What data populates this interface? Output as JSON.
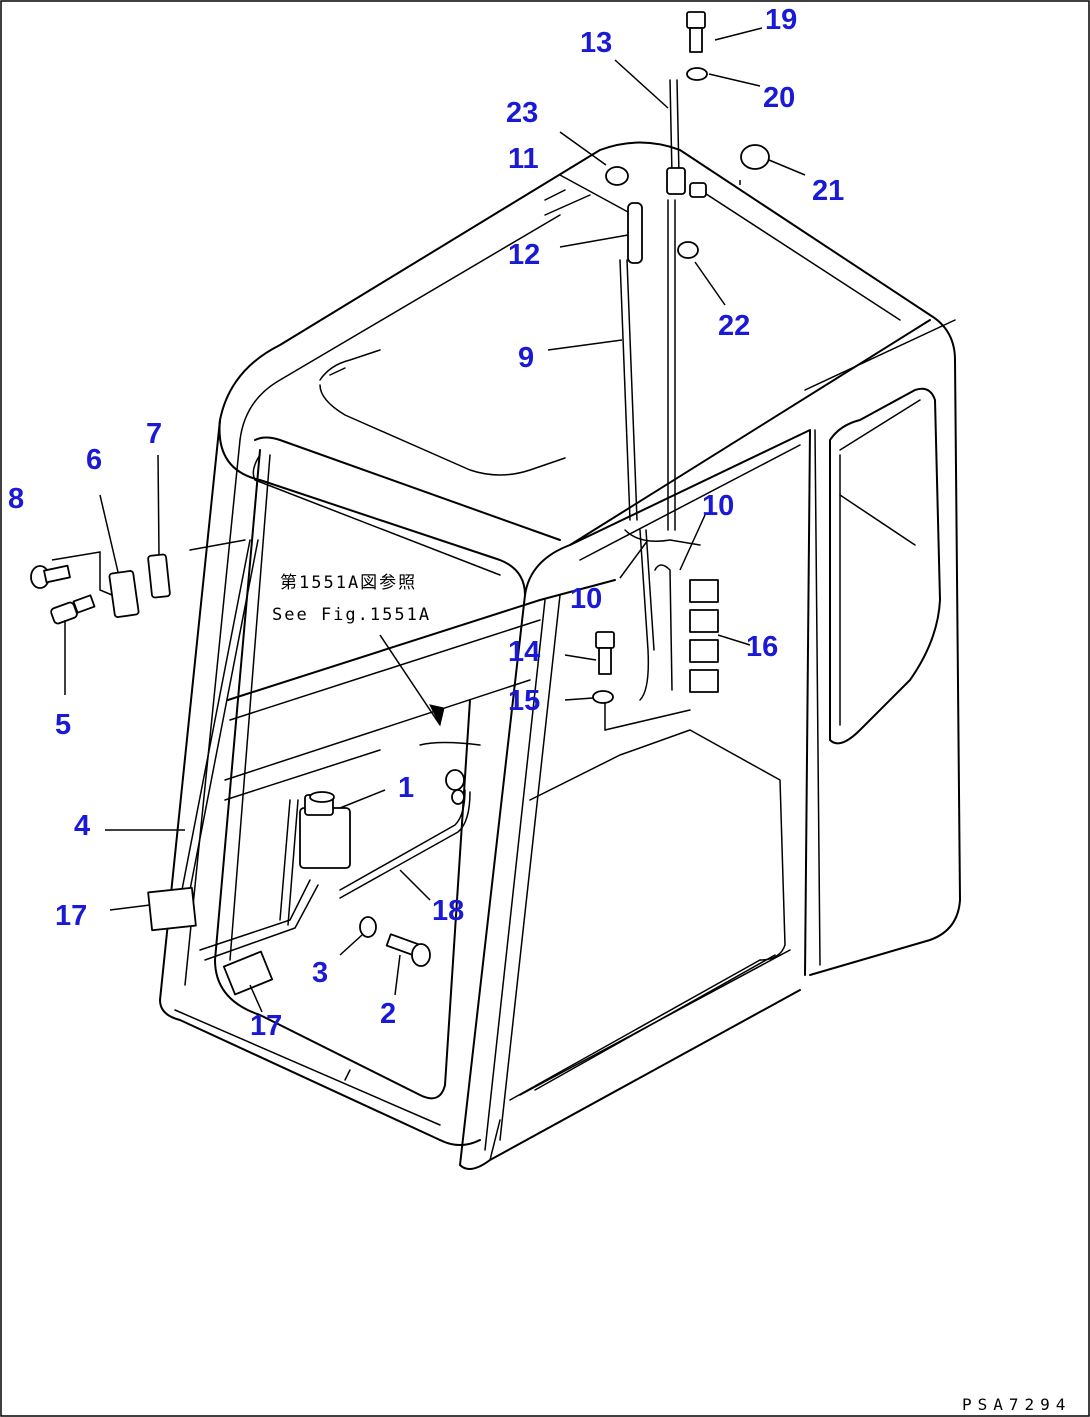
{
  "labels": {
    "p1": "1",
    "p2": "2",
    "p3": "3",
    "p4": "4",
    "p5": "5",
    "p6": "6",
    "p7": "7",
    "p8": "8",
    "p9": "9",
    "p10a": "10",
    "p10b": "10",
    "p11": "11",
    "p12": "12",
    "p13": "13",
    "p14": "14",
    "p15": "15",
    "p16": "16",
    "p17a": "17",
    "p17b": "17",
    "p18": "18",
    "p19": "19",
    "p20": "20",
    "p21": "21",
    "p22": "22",
    "p23": "23"
  },
  "reference": {
    "japanese": "第1551A図参照",
    "english": "See Fig.1551A"
  },
  "figure_code": "PSA7294",
  "colors": {
    "label": "#1a1ad6",
    "line": "#000000",
    "background": "#ffffff"
  }
}
